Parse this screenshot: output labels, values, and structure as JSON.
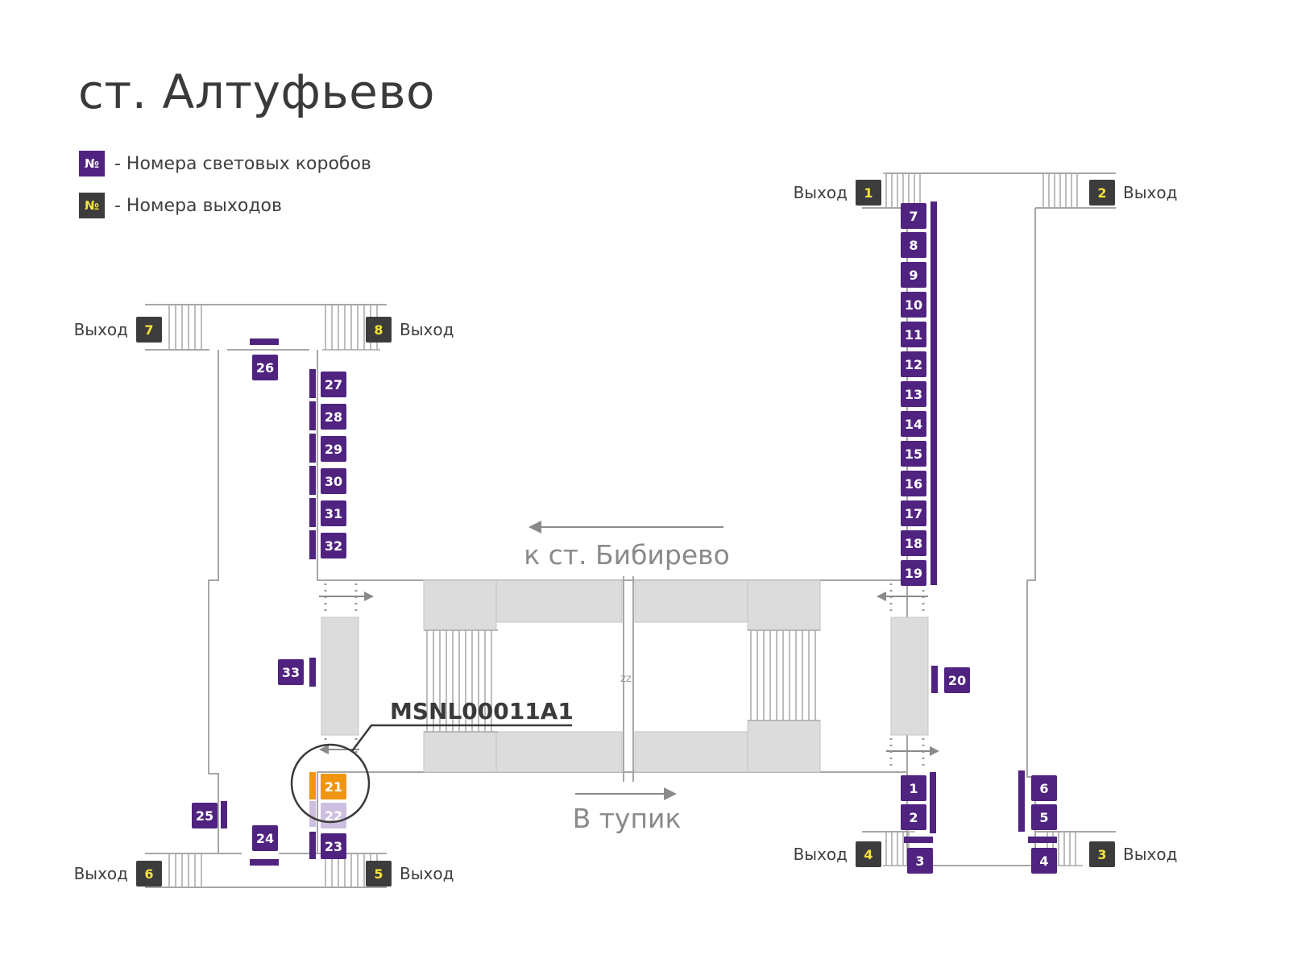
{
  "title": "ст. Алтуфьево",
  "legend": [
    {
      "symbol": "№",
      "text": "- Номера световых коробов",
      "kind": "lightbox"
    },
    {
      "symbol": "№",
      "text": "- Номера выходов",
      "kind": "exit"
    }
  ],
  "colors": {
    "lightbox": "#4f237f",
    "lightbox_text": "#ffffff",
    "exit": "#3c3c3c",
    "exit_text": "#f7e43a",
    "highlight": "#f0950f",
    "faded": "#cdbfe0",
    "lines": "#a7a7a7",
    "fill": "#dcdcdc"
  },
  "exit_word": "Выход",
  "exits": [
    {
      "num": "1",
      "side": "left"
    },
    {
      "num": "2",
      "side": "right"
    },
    {
      "num": "3",
      "side": "right"
    },
    {
      "num": "4",
      "side": "left"
    },
    {
      "num": "5",
      "side": "right"
    },
    {
      "num": "6",
      "side": "left"
    },
    {
      "num": "7",
      "side": "left"
    },
    {
      "num": "8",
      "side": "right"
    }
  ],
  "lightboxes": [
    {
      "num": "1",
      "state": "normal"
    },
    {
      "num": "2",
      "state": "normal"
    },
    {
      "num": "3",
      "state": "normal"
    },
    {
      "num": "4",
      "state": "normal"
    },
    {
      "num": "5",
      "state": "normal"
    },
    {
      "num": "6",
      "state": "normal"
    },
    {
      "num": "7",
      "state": "normal"
    },
    {
      "num": "8",
      "state": "normal"
    },
    {
      "num": "9",
      "state": "normal"
    },
    {
      "num": "10",
      "state": "normal"
    },
    {
      "num": "11",
      "state": "normal"
    },
    {
      "num": "12",
      "state": "normal"
    },
    {
      "num": "13",
      "state": "normal"
    },
    {
      "num": "14",
      "state": "normal"
    },
    {
      "num": "15",
      "state": "normal"
    },
    {
      "num": "16",
      "state": "normal"
    },
    {
      "num": "17",
      "state": "normal"
    },
    {
      "num": "18",
      "state": "normal"
    },
    {
      "num": "19",
      "state": "normal"
    },
    {
      "num": "20",
      "state": "normal"
    },
    {
      "num": "21",
      "state": "highlighted"
    },
    {
      "num": "22",
      "state": "faded"
    },
    {
      "num": "23",
      "state": "normal"
    },
    {
      "num": "24",
      "state": "normal"
    },
    {
      "num": "25",
      "state": "normal"
    },
    {
      "num": "26",
      "state": "normal"
    },
    {
      "num": "27",
      "state": "normal"
    },
    {
      "num": "28",
      "state": "normal"
    },
    {
      "num": "29",
      "state": "normal"
    },
    {
      "num": "30",
      "state": "normal"
    },
    {
      "num": "31",
      "state": "normal"
    },
    {
      "num": "32",
      "state": "normal"
    },
    {
      "num": "33",
      "state": "normal"
    }
  ],
  "directions": {
    "toward": "к ст. Бибирево",
    "deadend": "В тупик"
  },
  "marker_code": "MSNL00011A1",
  "break_mark": "zz"
}
